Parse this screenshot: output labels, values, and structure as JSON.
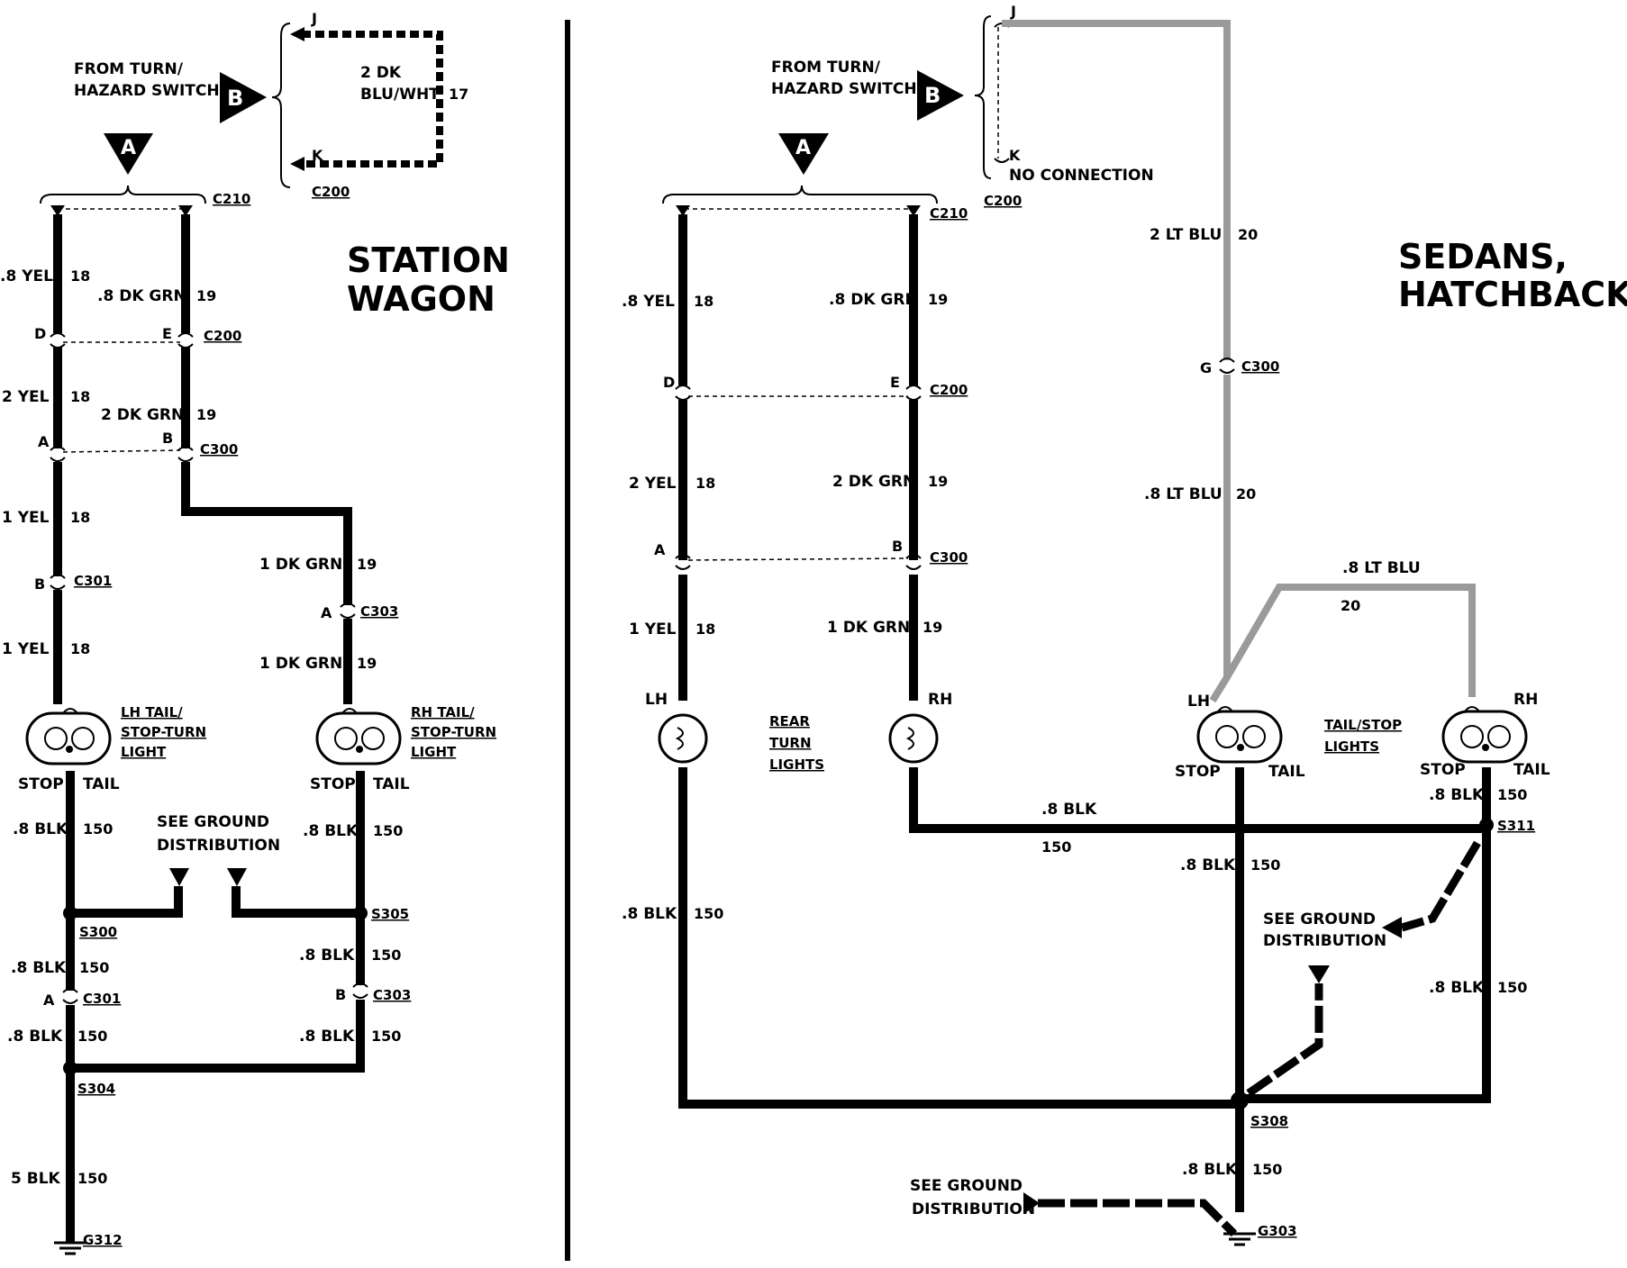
{
  "left": {
    "title_line1": "STATION",
    "title_line2": "WAGON",
    "from_switch_line1": "FROM TURN/",
    "from_switch_line2": "HAZARD SWITCH",
    "marker_a": "A",
    "marker_b": "B",
    "stripe_wire_color_line1": "2 DK",
    "stripe_wire_color_line2": "BLU/WHT",
    "stripe_wire_circuit": "17",
    "pin_j": "J",
    "pin_k": "K",
    "c200_top": "C200",
    "c210": "C210",
    "wire_08yel": ".8 YEL",
    "wire_08yel_num": "18",
    "wire_08dkgrn": ".8 DK GRN",
    "wire_08dkgrn_num": "19",
    "pin_d": "D",
    "pin_e": "E",
    "c200_mid": "C200",
    "wire_2yel": "2 YEL",
    "wire_2yel_num": "18",
    "wire_2dkgrn": "2 DK GRN",
    "wire_2dkgrn_num": "19",
    "pin_a": "A",
    "pin_b": "B",
    "c300": "C300",
    "wire_1yel_a": "1 YEL",
    "wire_1yel_a_num": "18",
    "pin_b2": "B",
    "c301_top": "C301",
    "wire_1yel_b": "1 YEL",
    "wire_1yel_b_num": "18",
    "wire_1dkgrn_a": "1 DK GRN",
    "wire_1dkgrn_a_num": "19",
    "pin_a2": "A",
    "c303_top": "C303",
    "wire_1dkgrn_b": "1 DK GRN",
    "wire_1dkgrn_b_num": "19",
    "lh_light_line1": "LH TAIL/",
    "lh_light_line2": "STOP-TURN",
    "lh_light_line3": "LIGHT",
    "rh_light_line1": "RH TAIL/",
    "rh_light_line2": "STOP-TURN",
    "rh_light_line3": "LIGHT",
    "stop_l": "STOP",
    "tail_l": "TAIL",
    "stop_r": "STOP",
    "tail_r": "TAIL",
    "blk1": ".8 BLK",
    "blk1_num": "150",
    "blk2": ".8 BLK",
    "blk2_num": "150",
    "see_ground_line1": "SEE GROUND",
    "see_ground_line2": "DISTRIBUTION",
    "s300": "S300",
    "s305": "S305",
    "blk3": ".8 BLK",
    "blk3_num": "150",
    "blk4": ".8 BLK",
    "blk4_num": "150",
    "pin_a3": "A",
    "c301_bot": "C301",
    "pin_b3": "B",
    "c303_bot": "C303",
    "blk5": ".8 BLK",
    "blk5_num": "150",
    "blk6": ".8 BLK",
    "blk6_num": "150",
    "s304": "S304",
    "blk7": "5 BLK",
    "blk7_num": "150",
    "g312": "G312"
  },
  "right": {
    "title_line1": "SEDANS,",
    "title_line2": "HATCHBACK",
    "from_switch_line1": "FROM TURN/",
    "from_switch_line2": "HAZARD SWITCH",
    "marker_a": "A",
    "marker_b": "B",
    "pin_j": "J",
    "pin_k": "K",
    "no_connection": "NO CONNECTION",
    "c200_top": "C200",
    "c210": "C210",
    "wire_2ltblu": "2 LT BLU",
    "wire_2ltblu_num": "20",
    "pin_g": "G",
    "c300_blu": "C300",
    "wire_08ltblu": ".8 LT BLU",
    "wire_08ltblu_num": "20",
    "wire_08ltblu_b": ".8 LT BLU",
    "wire_08ltblu_b_num": "20",
    "wire_08yel": ".8 YEL",
    "wire_08yel_num": "18",
    "wire_08dkgrn": ".8 DK GRN",
    "wire_08dkgrn_num": "19",
    "pin_d": "D",
    "pin_e": "E",
    "c200_mid": "C200",
    "wire_2yel": "2 YEL",
    "wire_2yel_num": "18",
    "wire_2dkgrn": "2 DK GRN",
    "wire_2dkgrn_num": "19",
    "pin_a": "A",
    "pin_b": "B",
    "c300": "C300",
    "wire_1yel": "1 YEL",
    "wire_1yel_num": "18",
    "wire_1dkgrn": "1 DK GRN",
    "wire_1dkgrn_num": "19",
    "lh": "LH",
    "rh": "RH",
    "rear_turn_line1": "REAR",
    "rear_turn_line2": "TURN",
    "rear_turn_line3": "LIGHTS",
    "lh2": "LH",
    "rh2": "RH",
    "tail_stop_line1": "TAIL/STOP",
    "tail_stop_line2": "LIGHTS",
    "stop_l": "STOP",
    "tail_l": "TAIL",
    "stop_r": "STOP",
    "tail_r": "TAIL",
    "blk_h": ".8 BLK",
    "blk_h_num": "150",
    "blk_rh": ".8 BLK",
    "blk_rh_num": "150",
    "s311": "S311",
    "blk_mid": ".8 BLK",
    "blk_mid_num": "150",
    "blk_left": ".8 BLK",
    "blk_left_num": "150",
    "see_ground_line1": "SEE GROUND",
    "see_ground_line2": "DISTRIBUTION",
    "blk_right": ".8 BLK",
    "blk_right_num": "150",
    "s308": "S308",
    "blk_bot": ".8 BLK",
    "blk_bot_num": "150",
    "see_ground2_line1": "SEE GROUND",
    "see_ground2_line2": "DISTRIBUTION",
    "g303": "G303"
  }
}
